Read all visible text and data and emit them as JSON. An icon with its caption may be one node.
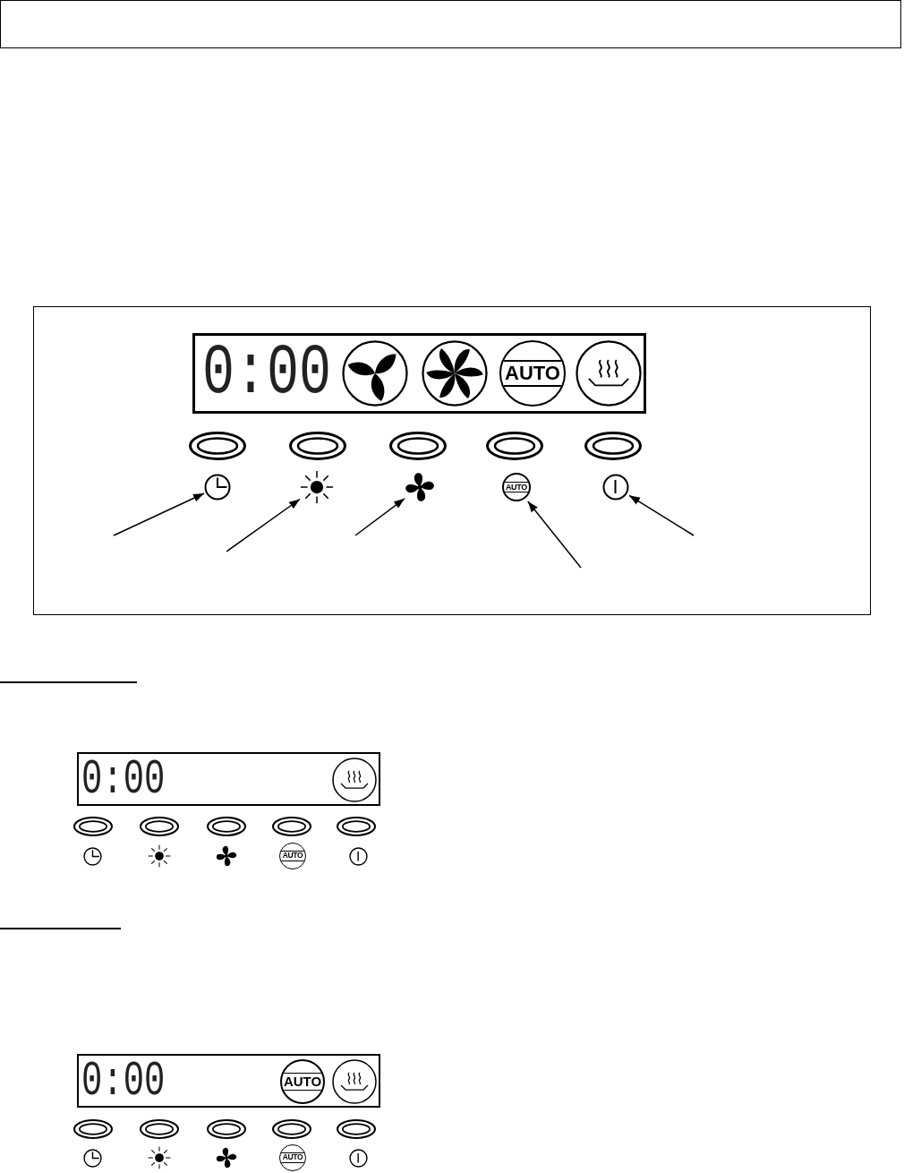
{
  "diagram": {
    "nodes": [
      {
        "text": [],
        "shape": "picture"
      },
      {
        "text": [],
        "shape": "picture"
      },
      {
        "text": [],
        "shape": "picture"
      },
      {
        "text": [
          "AUTO"
        ]
      },
      {
        "text": [],
        "shape": "picture"
      }
    ],
    "edges": [
      {
        "from": null,
        "to": 0,
        "arrow": "to"
      },
      {
        "from": null,
        "to": 1,
        "arrow": "to"
      },
      {
        "from": null,
        "to": 2,
        "arrow": "to"
      },
      {
        "from": null,
        "to": 3,
        "arrow": "to"
      },
      {
        "from": null,
        "to": 4,
        "arrow": "to"
      }
    ],
    "labels": [
      "0:00",
      "AUTO",
      "0:00",
      "AUTO",
      "0:00",
      "AUTO",
      "AUTO"
    ]
  }
}
